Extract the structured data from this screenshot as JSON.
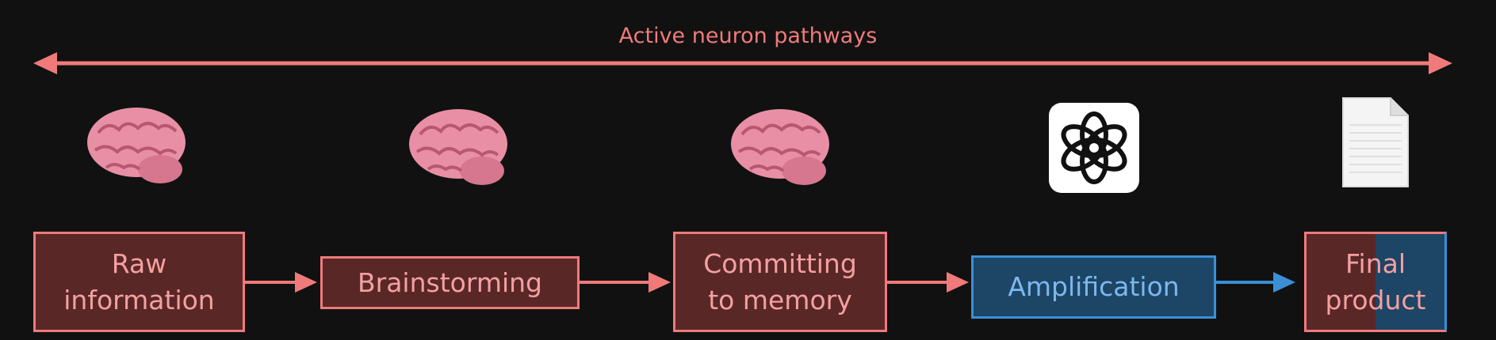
{
  "diagram": {
    "title": "Active neuron pathways",
    "stages": [
      {
        "label": "Raw\ninformation",
        "icon": "brain-icon",
        "style": "red"
      },
      {
        "label": "Brainstorming",
        "icon": "brain-icon",
        "style": "red"
      },
      {
        "label": "Committing\nto memory",
        "icon": "brain-icon",
        "style": "red"
      },
      {
        "label": "Amplification",
        "icon": "openai-logo-icon",
        "style": "blue"
      },
      {
        "label": "Final\nproduct",
        "icon": "document-icon",
        "style": "split"
      }
    ],
    "colors": {
      "red_accent": "#f07a7a",
      "red_fill": "#5a2727",
      "blue_accent": "#3b8fd6",
      "blue_fill": "#1d4566",
      "brain_pink": "#e88fa6",
      "background": "#111111"
    }
  }
}
